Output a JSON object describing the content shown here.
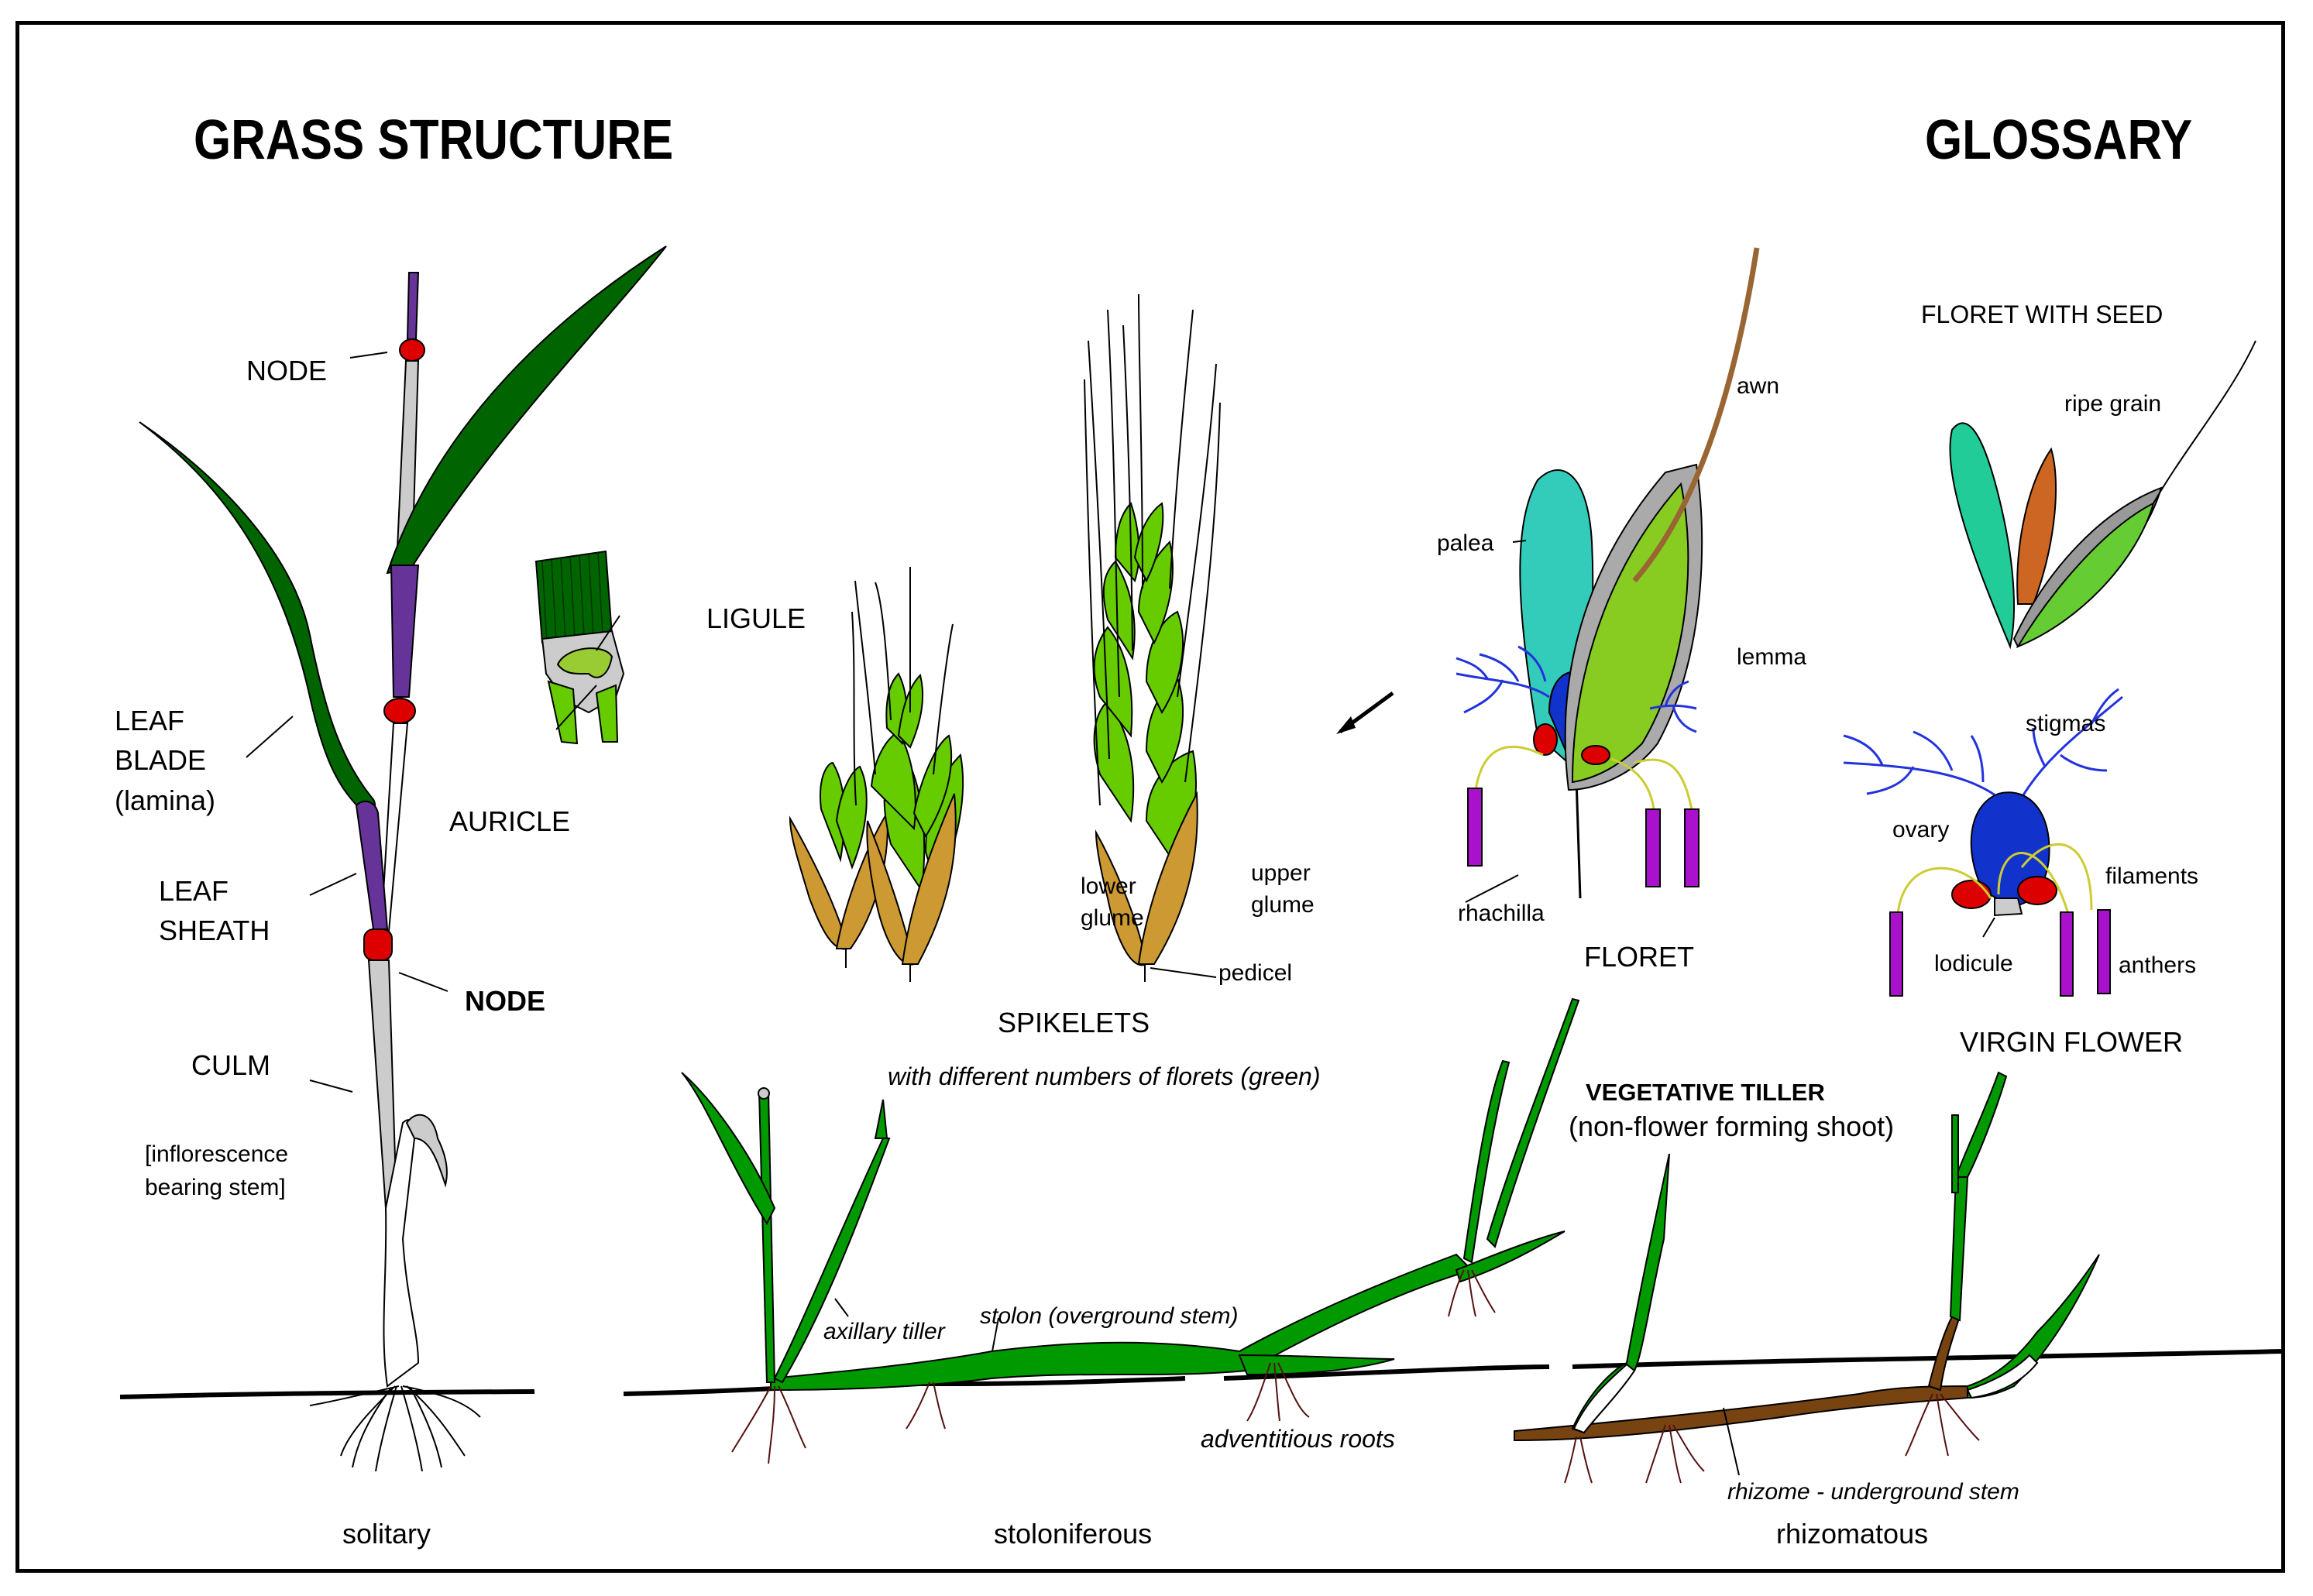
{
  "titles": {
    "main": "GRASS STRUCTURE",
    "glossary": "GLOSSARY"
  },
  "plant_labels": {
    "node_top": "NODE",
    "leaf_blade": "LEAF\nBLADE\n(lamina)",
    "leaf_sheath": "LEAF\nSHEATH",
    "node_bottom": "NODE",
    "culm": "CULM",
    "culm_note": "[inflorescence\nbearing stem]",
    "ligule": "LIGULE",
    "auricle": "AURICLE"
  },
  "spikelets": {
    "title": "SPIKELETS",
    "subtitle": "with different numbers of florets (green)",
    "lower_glume": "lower\nglume",
    "upper_glume": "upper\nglume",
    "pedicel": "pedicel"
  },
  "floret": {
    "title": "FLORET",
    "awn": "awn",
    "palea": "palea",
    "lemma": "lemma",
    "rhachilla": "rhachilla"
  },
  "floret_with_seed": {
    "title": "FLORET WITH SEED",
    "ripe_grain": "ripe grain"
  },
  "virgin_flower": {
    "title": "VIRGIN FLOWER",
    "stigmas": "stigmas",
    "ovary": "ovary",
    "filaments": "filaments",
    "lodicule": "lodicule",
    "anthers": "anthers"
  },
  "growth_forms": {
    "vegetative_tiller": "VEGETATIVE TILLER",
    "vegetative_tiller_note": "(non-flower forming shoot)",
    "axillary_tiller": "axillary tiller",
    "stolon": "stolon (overground stem)",
    "adventitious_roots": "adventitious roots",
    "rhizome": "rhizome - underground stem",
    "solitary": "solitary",
    "stoloniferous": "stoloniferous",
    "rhizomatous": "rhizomatous"
  },
  "colors": {
    "leaf_dark": "#006400",
    "leaf_mid": "#009900",
    "floret_green": "#66cc00",
    "glume_tan": "#cc9933",
    "sheath_purple": "#663399",
    "node_red": "#dd0000",
    "culm_grey": "#cccccc",
    "palea_teal": "#33ccbb",
    "ovary_blue": "#1133cc",
    "stigma_blue": "#2233dd",
    "anther_magenta": "#aa11cc",
    "filament_yellow": "#dddd33",
    "grain_orange": "#cc6622",
    "rhizome_brown": "#774411",
    "root_maroon": "#551111"
  }
}
